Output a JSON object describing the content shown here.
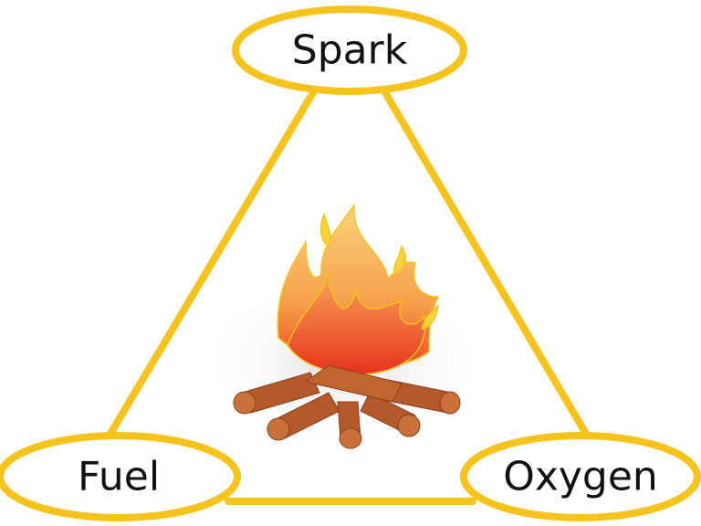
{
  "nodes": {
    "top": {
      "label": "Spark"
    },
    "left": {
      "label": "Fuel"
    },
    "right": {
      "label": "Oxygen"
    }
  },
  "center_image": {
    "icon": "campfire-icon"
  },
  "colors": {
    "outline": "#F6C21C",
    "flame_outer": "#F9B233",
    "flame_inner": "#EE4A22",
    "log": "#B4592A"
  }
}
